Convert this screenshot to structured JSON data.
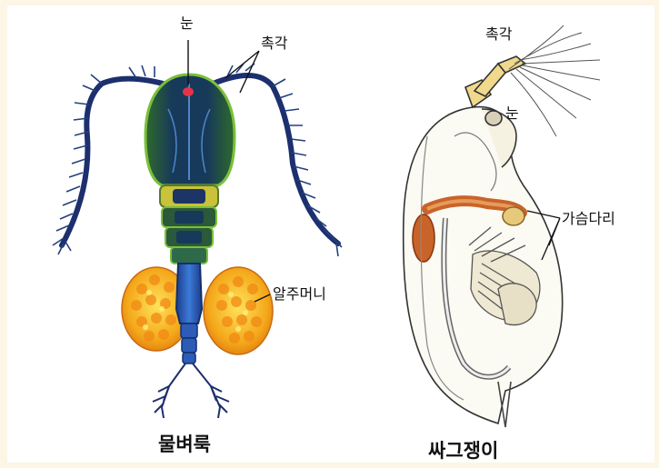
{
  "copepod": {
    "caption": "물벼룩",
    "labels": {
      "eye": "눈",
      "antenna": "촉각",
      "egg_sac": "알주머니"
    }
  },
  "daphnia": {
    "caption": "싸그쟁이",
    "labels": {
      "antenna": "촉각",
      "eye": "눈",
      "thoracic_legs": "가슴다리"
    }
  },
  "colors": {
    "background": "#fdf5e6",
    "copepod_body": "#1b3f63",
    "copepod_shell_edge": "#3f7a2a",
    "egg_sac": "#f2b21c",
    "eye": "#e8324a",
    "daphnia_outline": "#333333",
    "daphnia_gut": "#c8642a"
  }
}
